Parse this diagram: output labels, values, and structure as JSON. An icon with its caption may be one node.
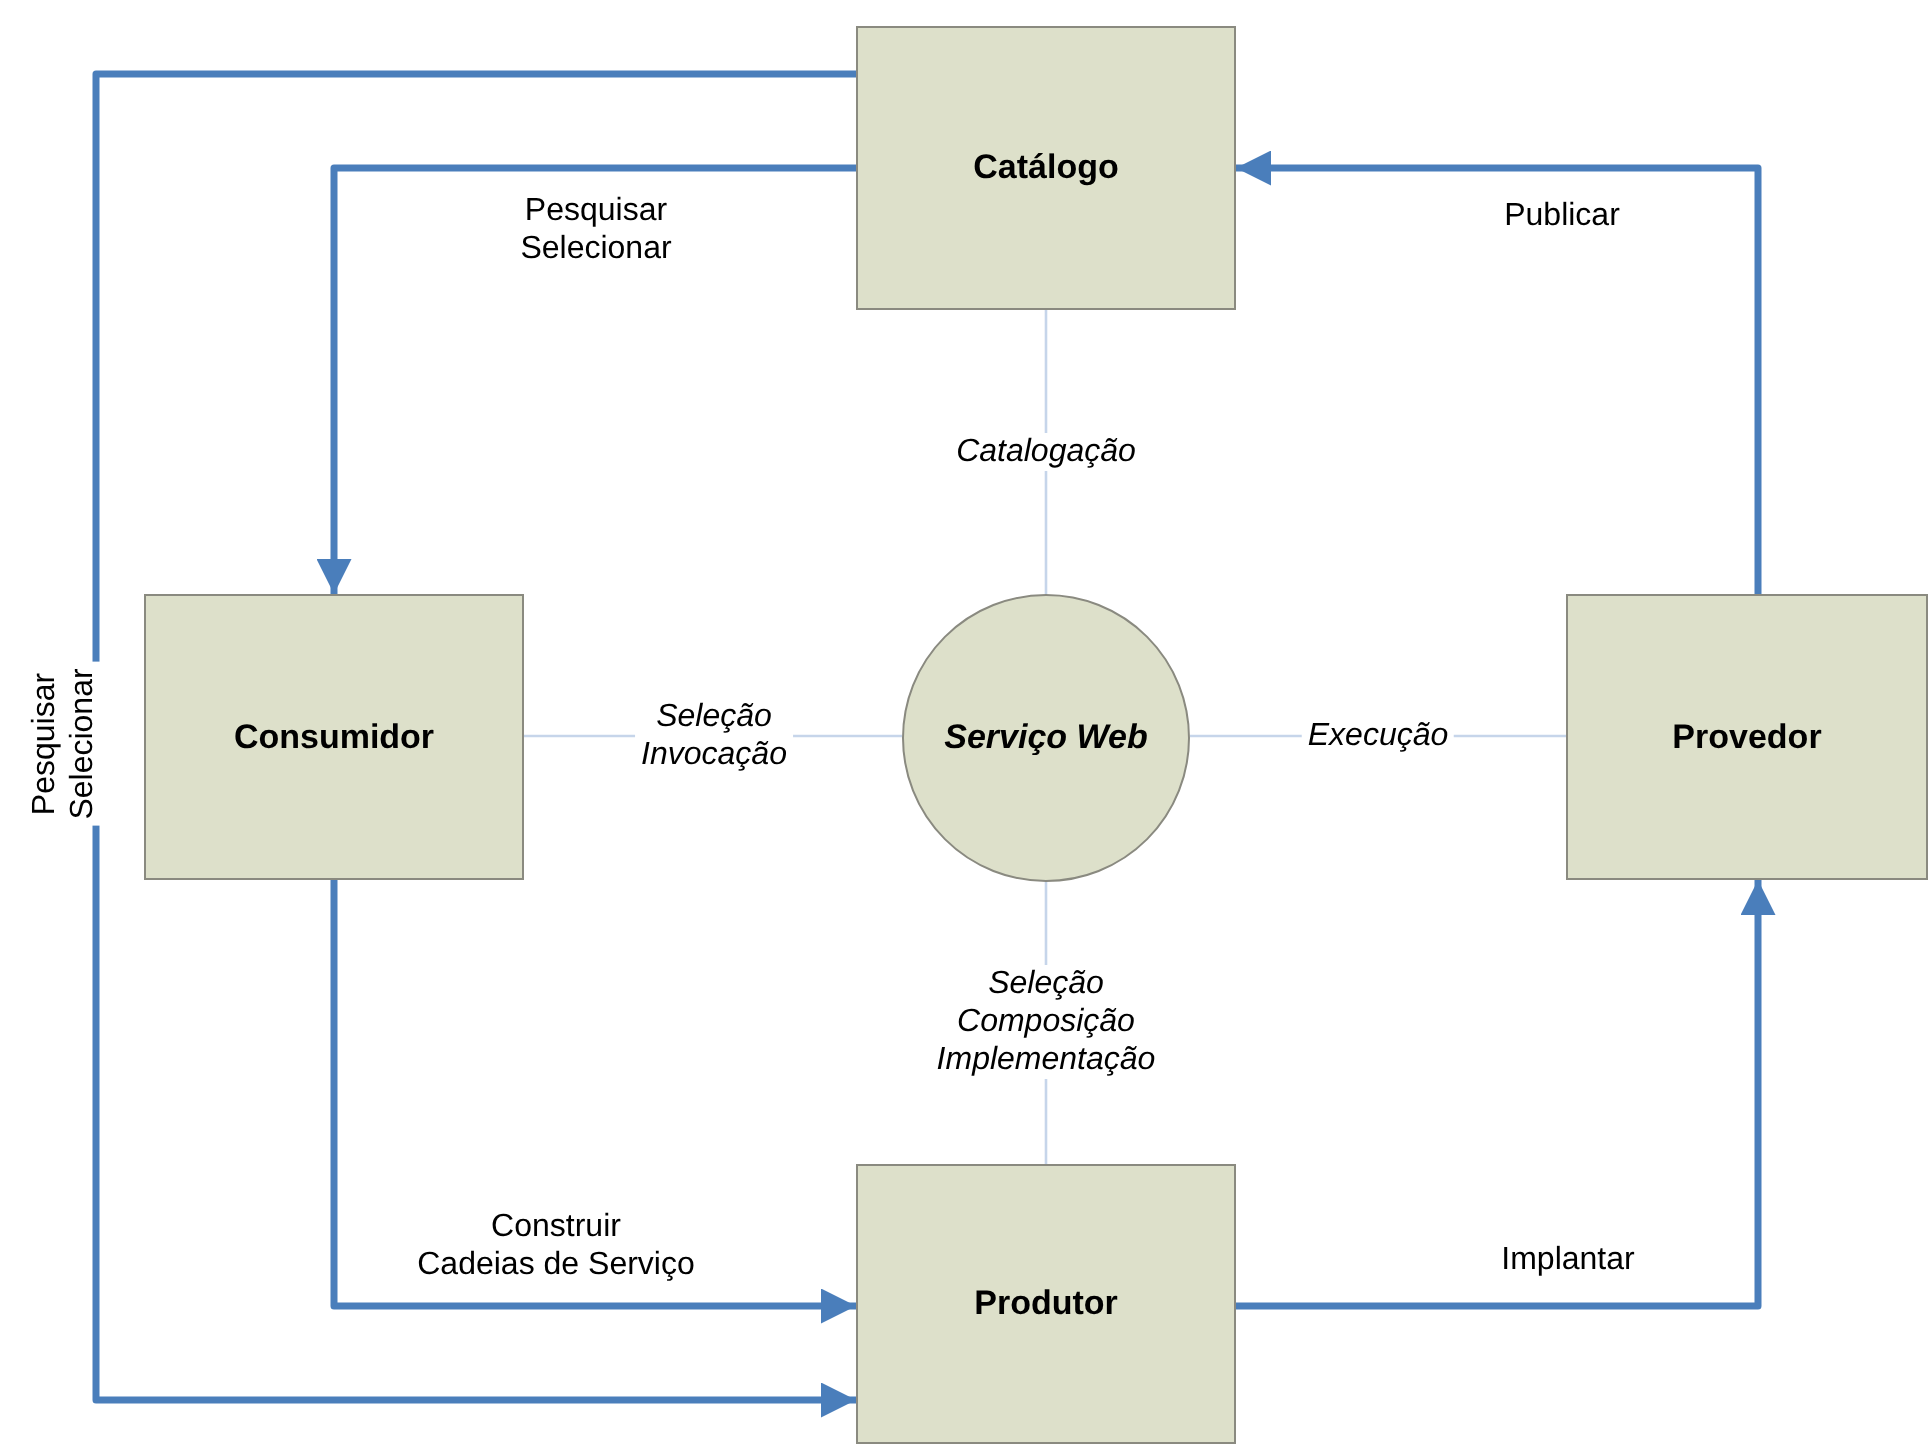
{
  "diagram": {
    "nodes": [
      {
        "text": [
          "Catálogo"
        ]
      },
      {
        "text": [
          "Consumidor"
        ]
      },
      {
        "text": [
          "Serviço Web"
        ]
      },
      {
        "text": [
          "Provedor"
        ]
      },
      {
        "text": [
          "Produtor"
        ]
      }
    ],
    "edges": [
      {
        "from": 0,
        "to": 1,
        "arrow": "to",
        "label": "Pesquisar Selecionar"
      },
      {
        "from": 0,
        "to": 4,
        "arrow": "to",
        "label": "Pesquisar Selecionar"
      },
      {
        "from": 1,
        "to": 4,
        "arrow": "to",
        "label": "Construir Cadeias de Serviço"
      },
      {
        "from": 4,
        "to": 3,
        "arrow": "to",
        "label": "Implantar"
      },
      {
        "from": 3,
        "to": 0,
        "arrow": "to",
        "label": "Publicar"
      },
      {
        "from": 2,
        "to": 0,
        "arrow": "none",
        "label": "Catalogação",
        "color": "#c6d5ea"
      },
      {
        "from": 2,
        "to": 1,
        "arrow": "none",
        "label": "Seleção Invocação",
        "color": "#c6d5ea"
      },
      {
        "from": 2,
        "to": 3,
        "arrow": "none",
        "label": "Execução",
        "color": "#c6d5ea"
      },
      {
        "from": 2,
        "to": 4,
        "arrow": "none",
        "label": "Seleção Composição Implementação",
        "color": "#c6d5ea"
      }
    ]
  }
}
